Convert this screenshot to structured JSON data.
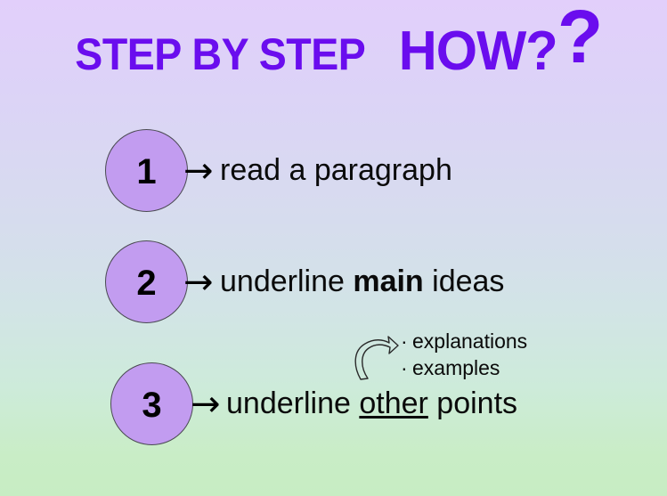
{
  "slide": {
    "background_top_color": "#E2CFFB",
    "background_mid_color": "#D5DEEC",
    "background_bottom_color": "#C7EDC3",
    "accent_purple": "#6A0DEE",
    "circle_fill": "#C29CF0",
    "circle_border": "#4A4A52",
    "text_color": "#0A0A0A"
  },
  "title": {
    "main": "STEP BY STEP",
    "how": "HOW?",
    "extra_question_mark": "?"
  },
  "steps": [
    {
      "number": "1",
      "arrow": "→",
      "text_plain": "read a paragraph",
      "text_parts": [
        {
          "text": "read a paragraph",
          "style": "normal"
        }
      ]
    },
    {
      "number": "2",
      "arrow": "→",
      "text_plain": "underline main ideas",
      "text_parts": [
        {
          "text": "underline ",
          "style": "normal"
        },
        {
          "text": "main",
          "style": "bold"
        },
        {
          "text": " ideas",
          "style": "normal"
        }
      ]
    },
    {
      "number": "3",
      "arrow": "→",
      "text_plain": "underline other points",
      "text_parts": [
        {
          "text": "underline ",
          "style": "normal"
        },
        {
          "text": "other",
          "style": "underline"
        },
        {
          "text": " points",
          "style": "normal"
        }
      ]
    }
  ],
  "subnote": {
    "bullet_char": "·",
    "items": [
      "explanations",
      "examples"
    ]
  }
}
